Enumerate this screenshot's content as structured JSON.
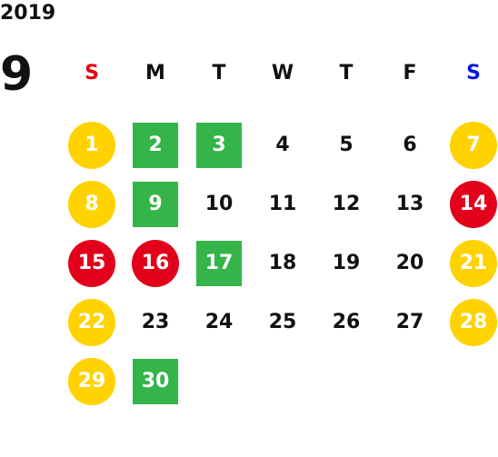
{
  "year": "2019",
  "month": "9",
  "weekdays": [
    "S",
    "M",
    "T",
    "W",
    "T",
    "F",
    "S"
  ],
  "colors": {
    "sunday": "#e8000b",
    "saturday": "#0018e0",
    "weekend": "#ffd200",
    "holiday": "#e3001b",
    "highlight": "#34b449"
  },
  "weeks": [
    [
      {
        "day": "1",
        "mark": "yellow"
      },
      {
        "day": "2",
        "mark": "green"
      },
      {
        "day": "3",
        "mark": "green"
      },
      {
        "day": "4"
      },
      {
        "day": "5"
      },
      {
        "day": "6"
      },
      {
        "day": "7",
        "mark": "yellow"
      }
    ],
    [
      {
        "day": "8",
        "mark": "yellow"
      },
      {
        "day": "9",
        "mark": "green"
      },
      {
        "day": "10"
      },
      {
        "day": "11"
      },
      {
        "day": "12"
      },
      {
        "day": "13"
      },
      {
        "day": "14",
        "mark": "red"
      }
    ],
    [
      {
        "day": "15",
        "mark": "red"
      },
      {
        "day": "16",
        "mark": "red"
      },
      {
        "day": "17",
        "mark": "green"
      },
      {
        "day": "18"
      },
      {
        "day": "19"
      },
      {
        "day": "20"
      },
      {
        "day": "21",
        "mark": "yellow"
      }
    ],
    [
      {
        "day": "22",
        "mark": "yellow"
      },
      {
        "day": "23"
      },
      {
        "day": "24"
      },
      {
        "day": "25"
      },
      {
        "day": "26"
      },
      {
        "day": "27"
      },
      {
        "day": "28",
        "mark": "yellow"
      }
    ],
    [
      {
        "day": "29",
        "mark": "yellow"
      },
      {
        "day": "30",
        "mark": "green"
      },
      null,
      null,
      null,
      null,
      null
    ]
  ]
}
